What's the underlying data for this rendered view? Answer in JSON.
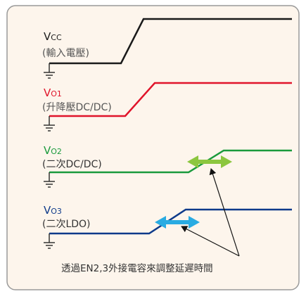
{
  "colors": {
    "background": "#fdf5ec",
    "frame": "#9a9a9a",
    "vcc": "#1a1a1a",
    "vo1": "#e0142a",
    "vo2": "#1a9a3c",
    "vo3": "#0e3a8a",
    "arrow_vo2": "#8cc63f",
    "arrow_vo3": "#29abe2"
  },
  "signals": [
    {
      "id": "vcc",
      "main": "V",
      "sub": "CC",
      "desc": "(輸入電壓)"
    },
    {
      "id": "vo1",
      "main": "V",
      "sub": "O1",
      "desc": "(升降壓DC/DC)"
    },
    {
      "id": "vo2",
      "main": "V",
      "sub": "O2",
      "desc": "(二次DC/DC)"
    },
    {
      "id": "vo3",
      "main": "V",
      "sub": "O3",
      "desc": "(二次LDO)"
    }
  ],
  "annotation": "透過EN2,3外接電容來調整延遲時間",
  "icons": [
    "ground-icon",
    "double-arrow-icon"
  ]
}
